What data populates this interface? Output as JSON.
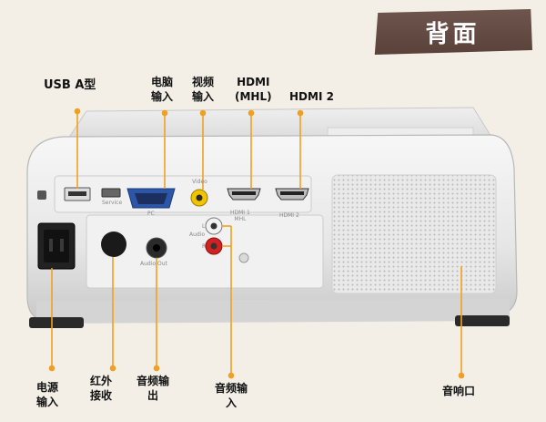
{
  "badge": {
    "title": "背面"
  },
  "labels": {
    "usb": "USB A型",
    "pc_input": "电脑\n输入",
    "video_input": "视频\n输入",
    "hdmi1": "HDMI\n(MHL)",
    "hdmi2": "HDMI 2",
    "power": "电源\n输入",
    "ir": "红外\n接收",
    "audio_out": "音频输\n出",
    "audio_in": "音频输\n入",
    "speaker": "音响口"
  },
  "panel": {
    "service": "Service",
    "pc": "PC",
    "video": "Video",
    "hdmi1": "HDMI 1\nMHL",
    "hdmi2": "HDMI 2",
    "audio": "Audio",
    "audio_out": "Audio Out",
    "l": "L",
    "r": "R"
  },
  "colors": {
    "badge": "#5f4740",
    "leader": "#f0a020",
    "rca_yellow": "#f2c400",
    "rca_red": "#d42020",
    "vga_blue": "#2c56a8"
  }
}
